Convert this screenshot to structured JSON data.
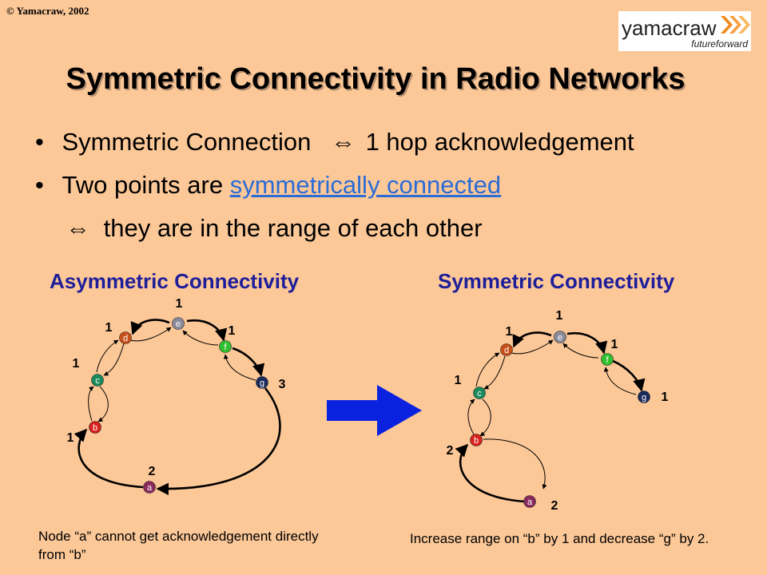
{
  "copyright": "© Yamacraw, 2002",
  "logo": {
    "word": "yamacraw",
    "tagline": "futureforward"
  },
  "title": "Symmetric Connectivity in Radio Networks",
  "bullets": {
    "b1_prefix": "Symmetric Connection",
    "b1_symbol": "⇔",
    "b1_suffix": "1 hop acknowledgement",
    "b2_prefix": "Two points are",
    "b2_link": "symmetrically connected",
    "b3_symbol": "⇔",
    "b3_text": "they are in the range of  each other"
  },
  "sections": {
    "left_title": "Asymmetric Connectivity",
    "right_title": "Symmetric Connectivity"
  },
  "left_graph": {
    "nodes": [
      {
        "id": "a",
        "color": "#8a2a5c"
      },
      {
        "id": "b",
        "color": "#d8201c"
      },
      {
        "id": "c",
        "color": "#1a8a5a"
      },
      {
        "id": "d",
        "color": "#c85018"
      },
      {
        "id": "e",
        "color": "#8a8a9a"
      },
      {
        "id": "f",
        "color": "#30c030"
      },
      {
        "id": "g",
        "color": "#1a2a5a"
      }
    ],
    "weights": {
      "a": "2",
      "b": "1",
      "c": "1",
      "d": "1",
      "e": "1",
      "f": "1",
      "g": "3"
    }
  },
  "right_graph": {
    "nodes": [
      {
        "id": "a",
        "color": "#8a2a5c"
      },
      {
        "id": "b",
        "color": "#d8201c"
      },
      {
        "id": "c",
        "color": "#1a8a5a"
      },
      {
        "id": "d",
        "color": "#c85018"
      },
      {
        "id": "e",
        "color": "#8a8a9a"
      },
      {
        "id": "f",
        "color": "#30c030"
      },
      {
        "id": "g",
        "color": "#1a2a5a"
      }
    ],
    "weights": {
      "a": "2",
      "b": "2",
      "c": "1",
      "d": "1",
      "e": "1",
      "f": "1",
      "g": "1"
    }
  },
  "arrow_color": "#0a22e0",
  "captions": {
    "left": "Node “a” cannot get acknowledgement directly from “b”",
    "right": "Increase range on “b” by 1 and decrease “g” by 2."
  }
}
